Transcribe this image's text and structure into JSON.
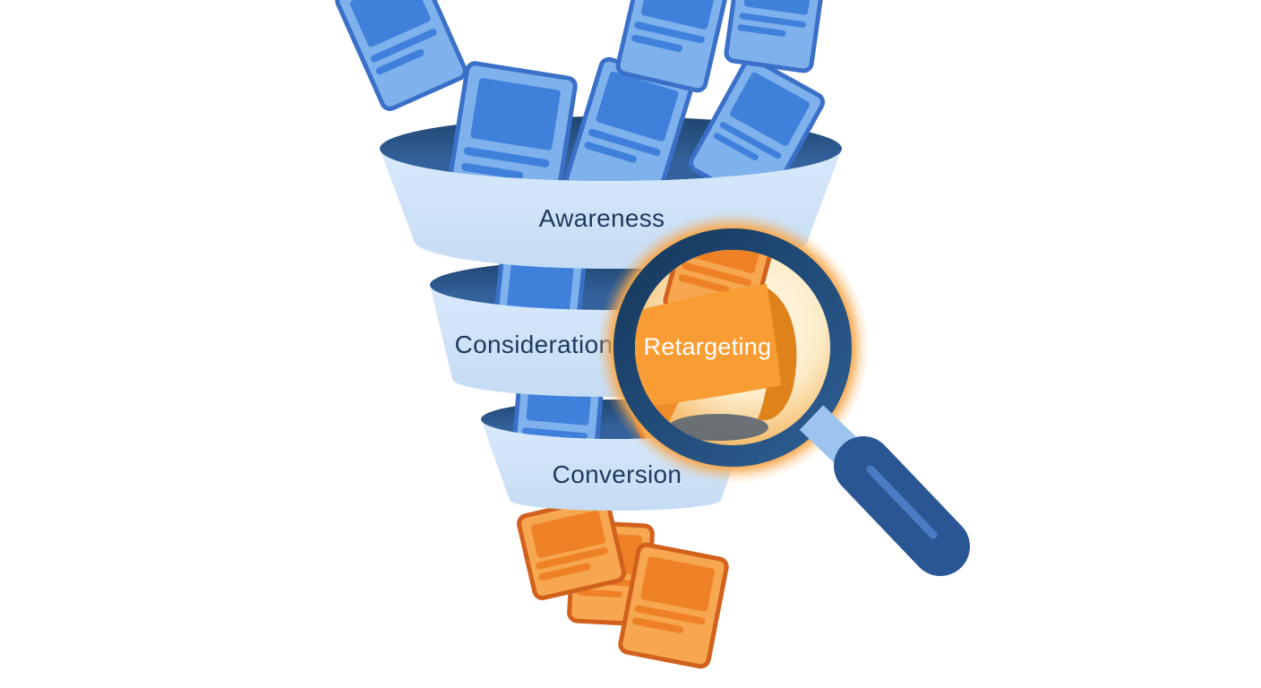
{
  "stages": [
    {
      "id": "awareness",
      "label": "Awareness"
    },
    {
      "id": "consideration",
      "label": "Consideration"
    },
    {
      "id": "conversion",
      "label": "Conversion"
    }
  ],
  "magnifier": {
    "label": "Retargeting"
  },
  "icons": {
    "blue_card": "document-card-icon",
    "orange_card": "lead-card-icon",
    "magnifier": "magnifying-glass-icon"
  },
  "colors": {
    "background": "#ffffff",
    "band_light": "#d8e9fb",
    "band_dark": "#c6dcf4",
    "mouth_dark": "#20456f",
    "mouth": "#33619b",
    "label_text": "#1d3a5f",
    "card_blue_body": "#7fb1ed",
    "card_blue_inner": "#3f80da",
    "card_blue_border": "#3a70c8",
    "card_orange_body": "#f6a74f",
    "card_orange_inner": "#ee8125",
    "card_orange_border": "#d2611e",
    "rim_dark": "#14375a",
    "rim": "#2f6096",
    "glow": "#f7a94e",
    "lens_center": "#fff9ee",
    "lens_mid": "#fcecc9",
    "lens_warm": "#f6c379",
    "lens_edge": "#f0a64f",
    "ribbon": "#f89d33",
    "ribbon_deep": "#e0821c",
    "cone": "#ef8c2a",
    "lens_shadow": "#5b6672",
    "magnifier_text": "#ffffff",
    "handle": "#2b5694",
    "handle_highlight": "#4a7cc4",
    "handle_connector": "#9cc4ef"
  }
}
